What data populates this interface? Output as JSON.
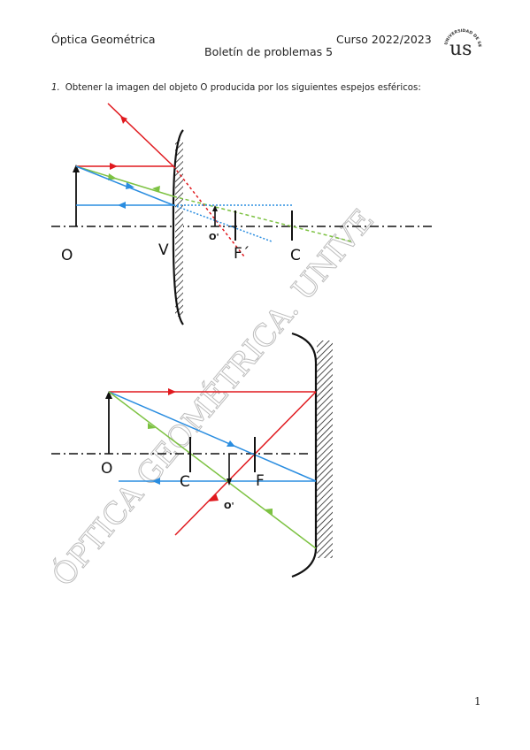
{
  "header": {
    "course_title": "Óptica Geométrica",
    "subtitle": "Boletín de problemas 5",
    "year": "Curso 2022/2023",
    "logo_text": "UNIVERSIDAD DE SEVILLA",
    "logo_letters": "us"
  },
  "problem": {
    "number": "1.",
    "statement": "Obtener la imagen del objeto O producida por los siguientes espejos esféricos:"
  },
  "figure1": {
    "labels": {
      "object": "O",
      "vertex": "V",
      "focus": "F´",
      "center": "C",
      "image": "O'"
    }
  },
  "figure2": {
    "labels": {
      "object": "O",
      "center": "C",
      "focus": "F",
      "image": "O'"
    }
  },
  "watermark": "ÓPTICA GEOMÉTRICA. UNIVE",
  "page_number": "1",
  "colors": {
    "red_ray": "#e0191e",
    "blue_ray": "#2a8de0",
    "green_ray": "#7dc242",
    "axis": "#111111"
  }
}
